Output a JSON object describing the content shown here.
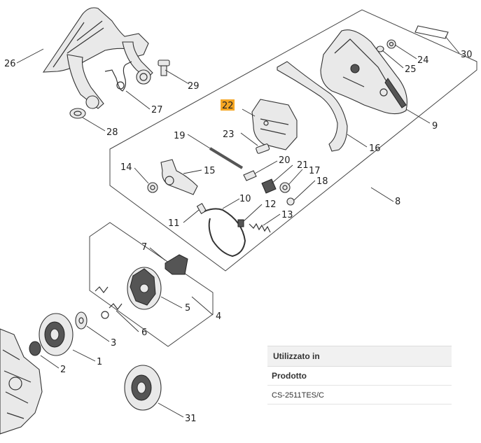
{
  "callouts": {
    "c1": "1",
    "c2": "2",
    "c3": "3",
    "c4": "4",
    "c5": "5",
    "c6": "6",
    "c7": "7",
    "c8": "8",
    "c9": "9",
    "c10": "10",
    "c11": "11",
    "c12": "12",
    "c13": "13",
    "c14": "14",
    "c15": "15",
    "c16": "16",
    "c17": "17",
    "c18": "18",
    "c19": "19",
    "c20": "20",
    "c21": "21",
    "c22": "22",
    "c23": "23",
    "c24": "24",
    "c25": "25",
    "c26": "26",
    "c27": "27",
    "c28": "28",
    "c29": "29",
    "c30": "30",
    "c31": "31"
  },
  "highlighted_callout": "22",
  "colors": {
    "highlight": "#f5a623",
    "line": "#333333",
    "panel_header_bg": "#f1f1f1"
  },
  "usage": {
    "title": "Utilizzato in",
    "column_label": "Prodotto",
    "rows": [
      "CS-2511TES/C"
    ]
  }
}
